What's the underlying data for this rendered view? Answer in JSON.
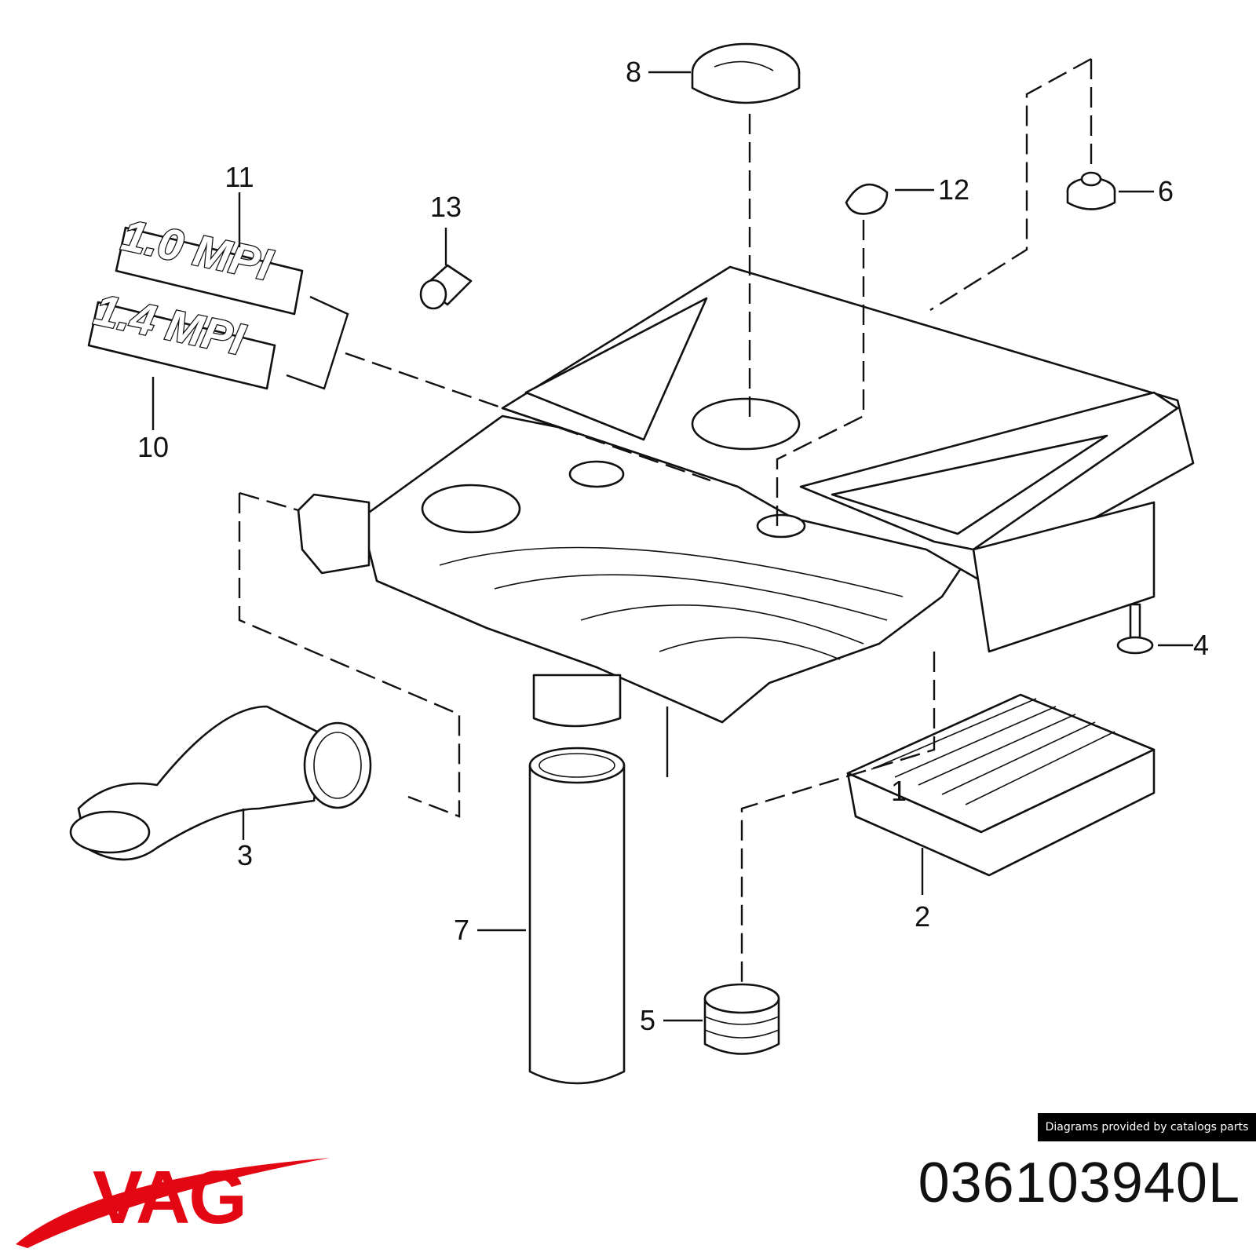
{
  "diagram": {
    "callouts": [
      "1",
      "2",
      "3",
      "4",
      "5",
      "6",
      "7",
      "8",
      "10",
      "11",
      "12",
      "13"
    ],
    "badges": {
      "badge_10": "1.4 MPI",
      "badge_11": "1.0 MPI"
    }
  },
  "footer": {
    "credit": "Diagrams provided by catalogs parts",
    "brand": "VAG",
    "part_number": "036103940L"
  },
  "colors": {
    "brand_red": "#e30613",
    "ink": "#111111",
    "credit_bg": "#000000"
  }
}
